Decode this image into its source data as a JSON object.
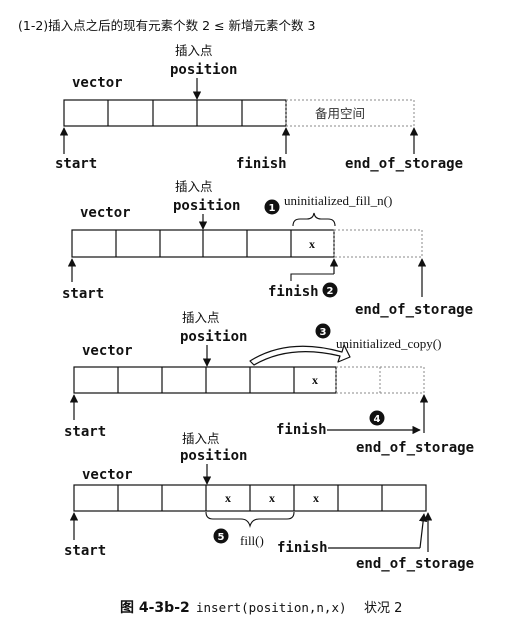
{
  "heading": "(1-2)插入点之后的现有元素个数 2 ≤ 新增元素个数 3",
  "caption": {
    "label": "图 4-3b-2",
    "code": "insert(position,n,x)",
    "suffix": "状况 2"
  },
  "terms": {
    "vector": "vector",
    "insert_point": "插入点",
    "position": "position",
    "start": "start",
    "finish": "finish",
    "end_of_storage": "end_of_storage",
    "spare_space": "备用空间",
    "x": "x"
  },
  "steps": [
    {
      "number": "1",
      "label": "uninitialized_fill_n()"
    },
    {
      "number": "2",
      "label": ""
    },
    {
      "number": "3",
      "label": "uninitialized_copy()"
    },
    {
      "number": "4",
      "label": ""
    },
    {
      "number": "5",
      "label": "fill()"
    }
  ]
}
